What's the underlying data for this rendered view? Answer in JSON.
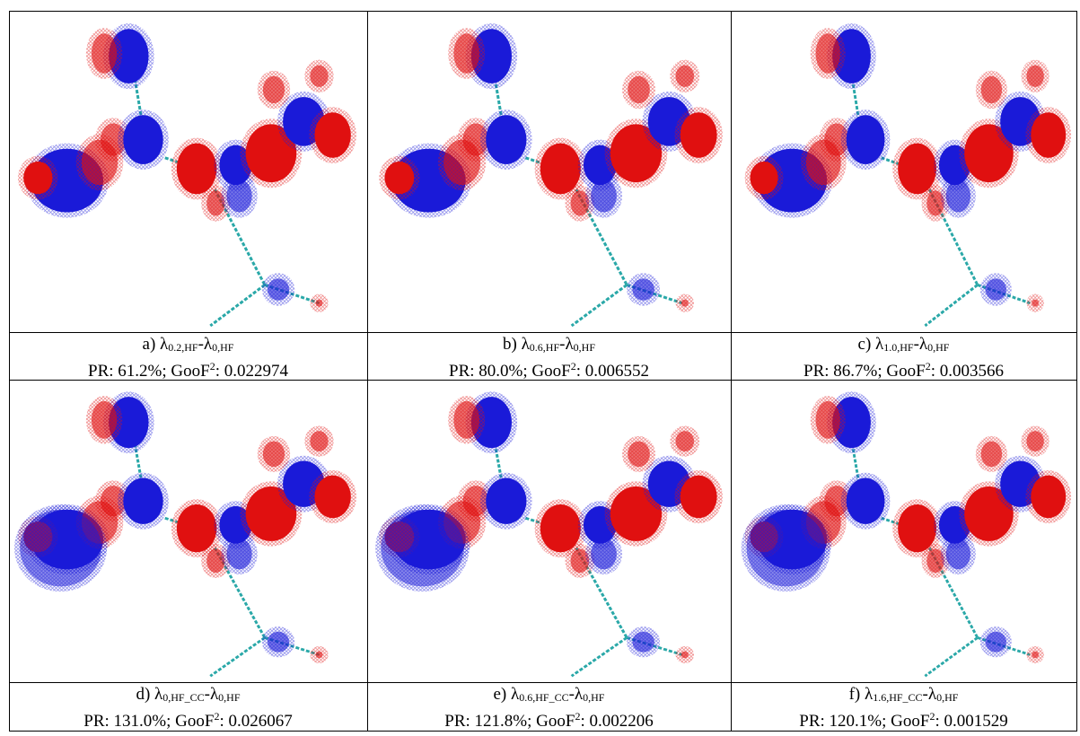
{
  "panels": [
    {
      "label": "a)",
      "lam_main": "0.2,HF",
      "lam_ref": "0,HF",
      "pr": "61.2%",
      "goof": "0.022974"
    },
    {
      "label": "b)",
      "lam_main": "0.6,HF",
      "lam_ref": "0,HF",
      "pr": "80.0%",
      "goof": "0.006552"
    },
    {
      "label": "c)",
      "lam_main": "1.0,HF",
      "lam_ref": "0,HF",
      "pr": "86.7%",
      "goof": "0.003566"
    },
    {
      "label": "d)",
      "lam_main": "0,HF_CC",
      "lam_ref": "0,HF",
      "pr": "131.0%",
      "goof": "0.026067"
    },
    {
      "label": "e)",
      "lam_main": "0.6,HF_CC",
      "lam_ref": "0,HF",
      "pr": "121.8%",
      "goof": "0.002206"
    },
    {
      "label": "f)",
      "lam_main": "1.6,HF_CC",
      "lam_ref": "0,HF",
      "pr": "120.1%",
      "goof": "0.001529"
    }
  ],
  "text": {
    "lambda": "λ",
    "dash": "-",
    "pr_prefix": "PR: ",
    "sep": "; ",
    "goof_prefix": "GooF",
    "goof_sup": "2",
    "goof_colon": ": "
  },
  "colors": {
    "positive": "#e01010",
    "negative": "#1a1ad8",
    "bond": "#2aa8a8"
  }
}
